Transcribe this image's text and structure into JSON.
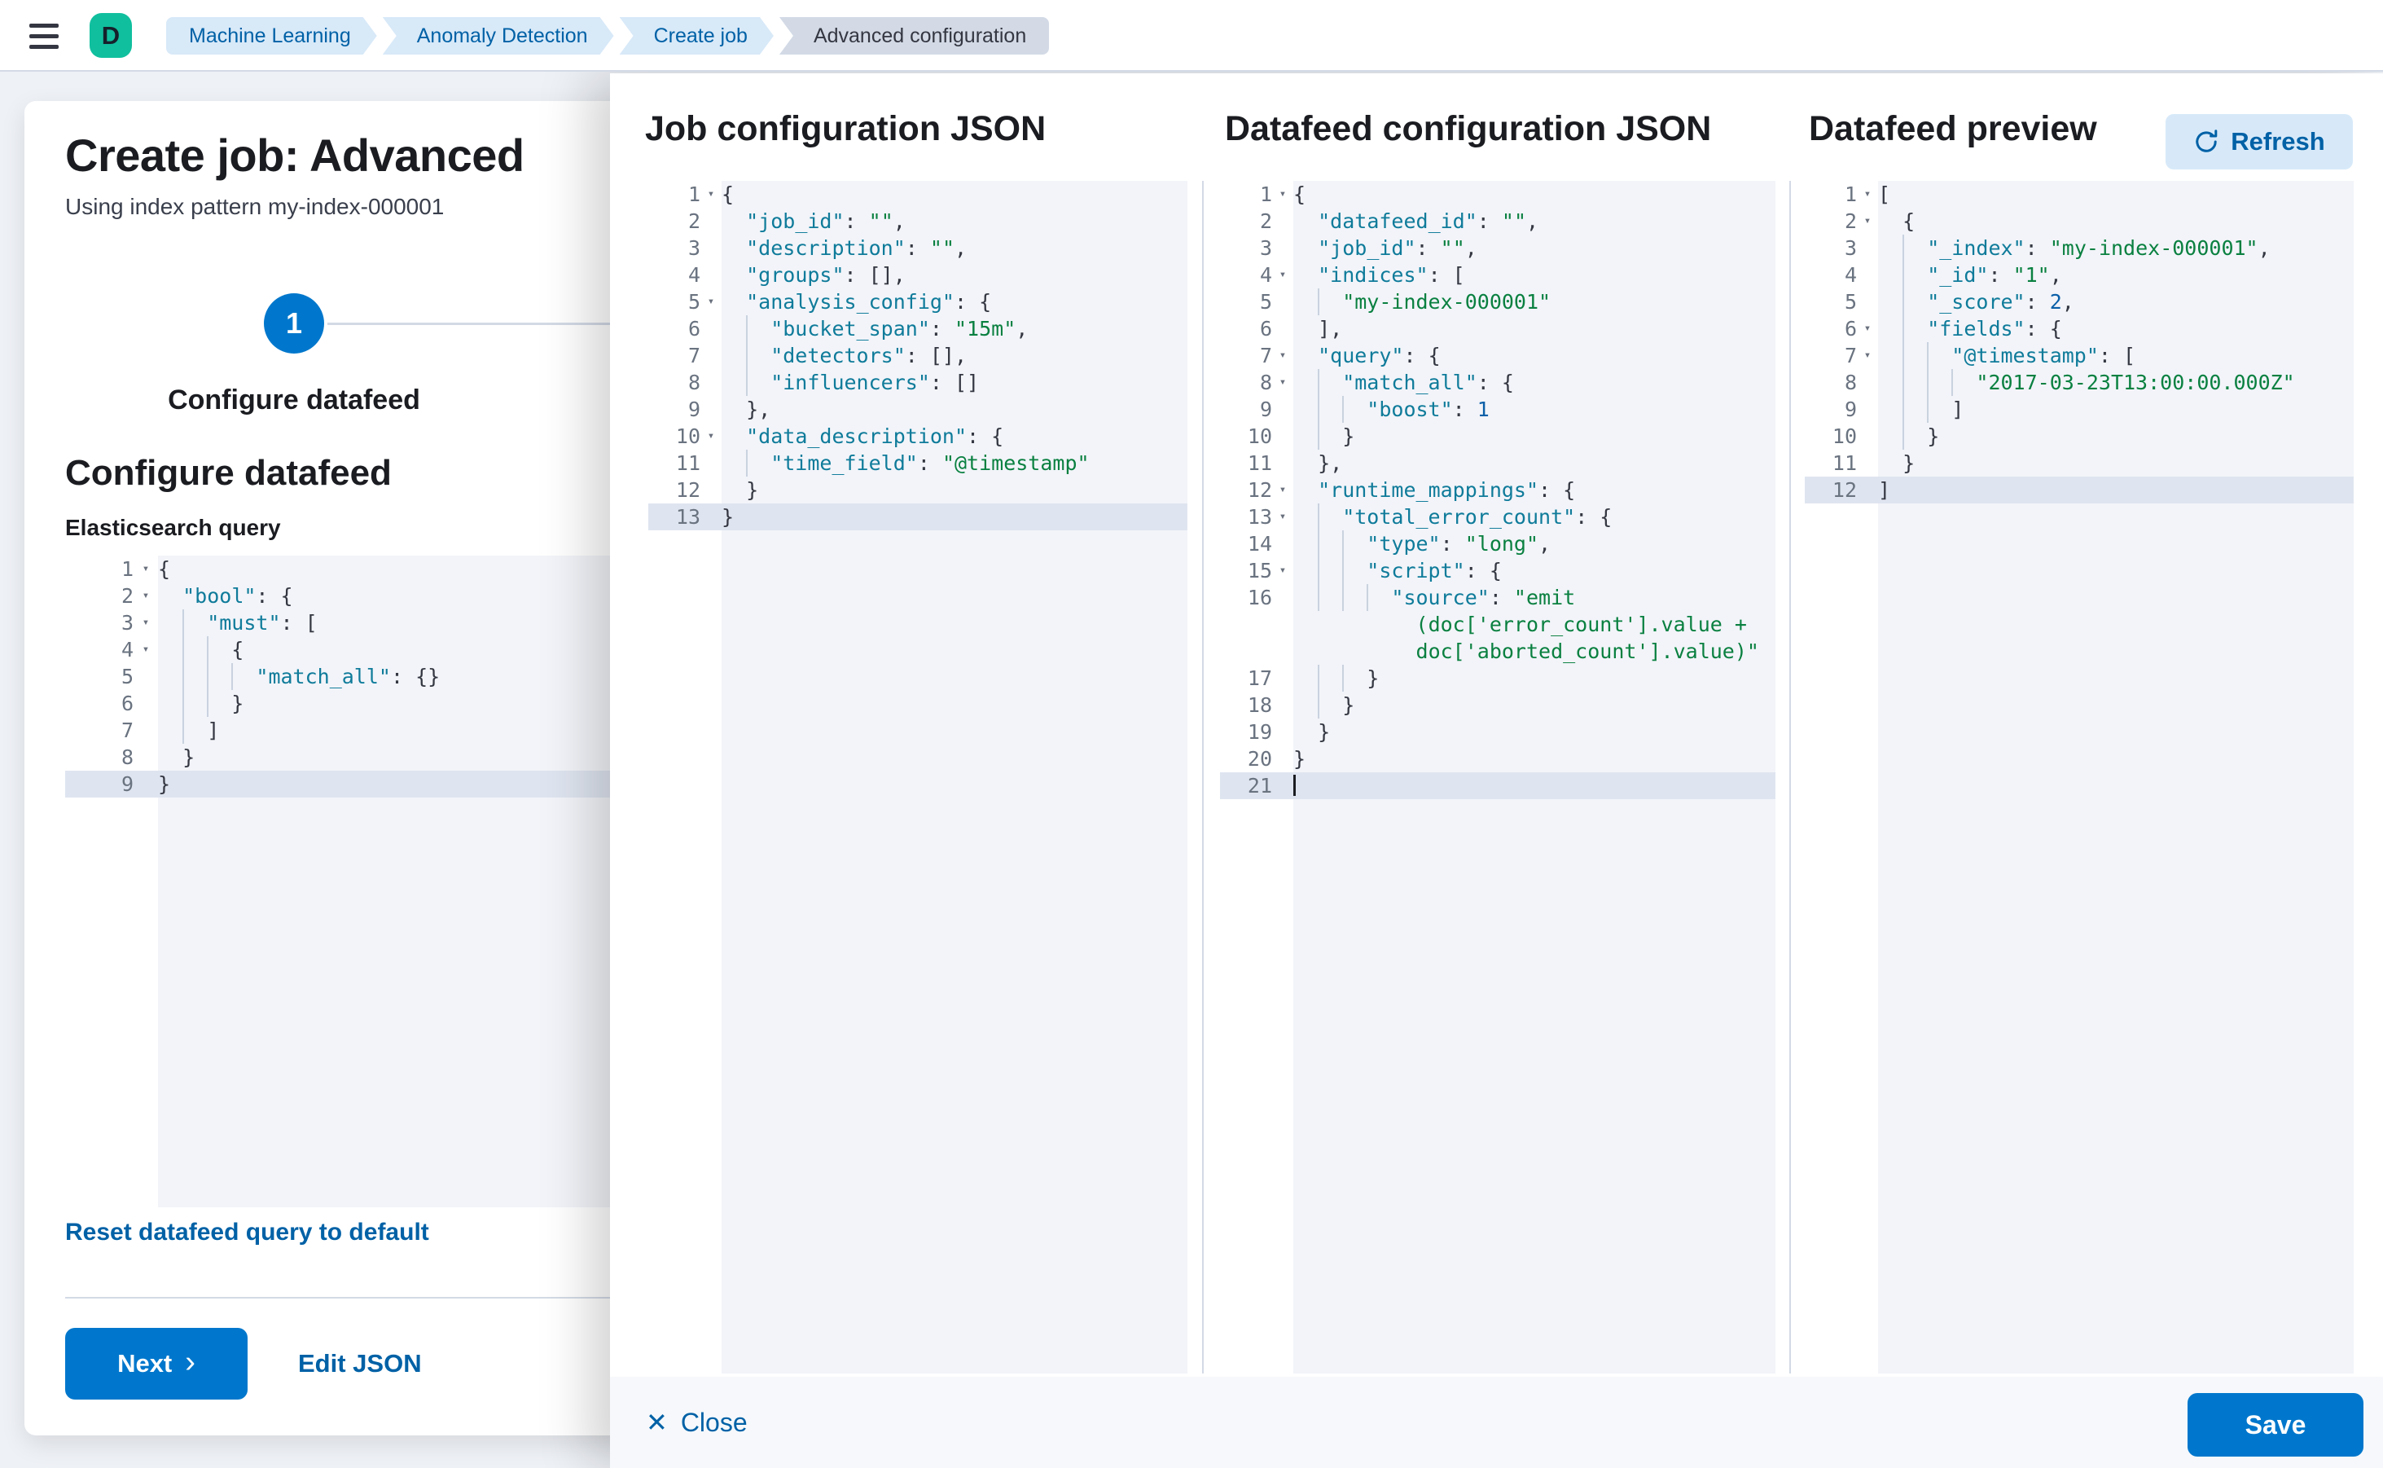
{
  "colors": {
    "primary": "#0077cc",
    "link": "#0061a6",
    "space_badge": "#10bf9e",
    "bc_blue": "#d8e9f8",
    "bc_gray": "#d3dae6",
    "editor_bg": "#f2f4f9",
    "active_line": "#dfe5f0",
    "code_key": "#0f7b9a",
    "code_string": "#0a8040",
    "code_number": "#0a5fa8",
    "code_punct": "#343741"
  },
  "header": {
    "space_initial": "D",
    "breadcrumbs": [
      {
        "label": "Machine Learning",
        "current": false
      },
      {
        "label": "Anomaly Detection",
        "current": false
      },
      {
        "label": "Create job",
        "current": false
      },
      {
        "label": "Advanced configuration",
        "current": true
      }
    ]
  },
  "wizard": {
    "title": "Create job: Advanced",
    "subtitle": "Using index pattern my-index-000001",
    "step_number": "1",
    "step_label": "Configure datafeed",
    "section_heading": "Configure datafeed",
    "query_label": "Elasticsearch query",
    "reset_link": "Reset datafeed query to default",
    "next_label": "Next",
    "edit_json_label": "Edit JSON"
  },
  "flyout": {
    "job_title": "Job configuration JSON",
    "datafeed_title": "Datafeed configuration JSON",
    "preview_title": "Datafeed preview",
    "refresh_label": "Refresh",
    "close_label": "Close",
    "save_label": "Save"
  },
  "editors": {
    "es_query": {
      "active": 9,
      "lines": [
        {
          "n": 1,
          "f": 1,
          "i": 0,
          "t": [
            [
              "p",
              "{"
            ]
          ]
        },
        {
          "n": 2,
          "f": 1,
          "i": 1,
          "t": [
            [
              "k",
              "\"bool\""
            ],
            [
              "p",
              ": {"
            ]
          ]
        },
        {
          "n": 3,
          "f": 1,
          "i": 2,
          "t": [
            [
              "k",
              "\"must\""
            ],
            [
              "p",
              ": ["
            ]
          ]
        },
        {
          "n": 4,
          "f": 1,
          "i": 3,
          "t": [
            [
              "p",
              "{"
            ]
          ]
        },
        {
          "n": 5,
          "i": 4,
          "t": [
            [
              "k",
              "\"match_all\""
            ],
            [
              "p",
              ": {}"
            ]
          ]
        },
        {
          "n": 6,
          "i": 3,
          "t": [
            [
              "p",
              "}"
            ]
          ]
        },
        {
          "n": 7,
          "i": 2,
          "t": [
            [
              "p",
              "]"
            ]
          ]
        },
        {
          "n": 8,
          "i": 1,
          "t": [
            [
              "p",
              "}"
            ]
          ]
        },
        {
          "n": 9,
          "i": 0,
          "t": [
            [
              "p",
              "}"
            ]
          ]
        }
      ]
    },
    "job_config": {
      "active": 13,
      "lines": [
        {
          "n": 1,
          "f": 1,
          "i": 0,
          "t": [
            [
              "p",
              "{"
            ]
          ]
        },
        {
          "n": 2,
          "i": 1,
          "t": [
            [
              "k",
              "\"job_id\""
            ],
            [
              "p",
              ": "
            ],
            [
              "s",
              "\"\""
            ],
            [
              "p",
              ","
            ]
          ]
        },
        {
          "n": 3,
          "i": 1,
          "t": [
            [
              "k",
              "\"description\""
            ],
            [
              "p",
              ": "
            ],
            [
              "s",
              "\"\""
            ],
            [
              "p",
              ","
            ]
          ]
        },
        {
          "n": 4,
          "i": 1,
          "t": [
            [
              "k",
              "\"groups\""
            ],
            [
              "p",
              ": [],"
            ]
          ]
        },
        {
          "n": 5,
          "f": 1,
          "i": 1,
          "t": [
            [
              "k",
              "\"analysis_config\""
            ],
            [
              "p",
              ": {"
            ]
          ]
        },
        {
          "n": 6,
          "i": 2,
          "t": [
            [
              "k",
              "\"bucket_span\""
            ],
            [
              "p",
              ": "
            ],
            [
              "s",
              "\"15m\""
            ],
            [
              "p",
              ","
            ]
          ]
        },
        {
          "n": 7,
          "i": 2,
          "t": [
            [
              "k",
              "\"detectors\""
            ],
            [
              "p",
              ": [],"
            ]
          ]
        },
        {
          "n": 8,
          "i": 2,
          "t": [
            [
              "k",
              "\"influencers\""
            ],
            [
              "p",
              ": []"
            ]
          ]
        },
        {
          "n": 9,
          "i": 1,
          "t": [
            [
              "p",
              "},"
            ]
          ]
        },
        {
          "n": 10,
          "f": 1,
          "i": 1,
          "t": [
            [
              "k",
              "\"data_description\""
            ],
            [
              "p",
              ": {"
            ]
          ]
        },
        {
          "n": 11,
          "i": 2,
          "t": [
            [
              "k",
              "\"time_field\""
            ],
            [
              "p",
              ": "
            ],
            [
              "s",
              "\"@timestamp\""
            ]
          ]
        },
        {
          "n": 12,
          "i": 1,
          "t": [
            [
              "p",
              "}"
            ]
          ]
        },
        {
          "n": 13,
          "i": 0,
          "t": [
            [
              "p",
              "}"
            ]
          ]
        }
      ]
    },
    "datafeed_config": {
      "active": 21,
      "lines": [
        {
          "n": 1,
          "f": 1,
          "i": 0,
          "t": [
            [
              "p",
              "{"
            ]
          ]
        },
        {
          "n": 2,
          "i": 1,
          "t": [
            [
              "k",
              "\"datafeed_id\""
            ],
            [
              "p",
              ": "
            ],
            [
              "s",
              "\"\""
            ],
            [
              "p",
              ","
            ]
          ]
        },
        {
          "n": 3,
          "i": 1,
          "t": [
            [
              "k",
              "\"job_id\""
            ],
            [
              "p",
              ": "
            ],
            [
              "s",
              "\"\""
            ],
            [
              "p",
              ","
            ]
          ]
        },
        {
          "n": 4,
          "f": 1,
          "i": 1,
          "t": [
            [
              "k",
              "\"indices\""
            ],
            [
              "p",
              ": ["
            ]
          ]
        },
        {
          "n": 5,
          "i": 2,
          "t": [
            [
              "s",
              "\"my-index-000001\""
            ]
          ]
        },
        {
          "n": 6,
          "i": 1,
          "t": [
            [
              "p",
              "],"
            ]
          ]
        },
        {
          "n": 7,
          "f": 1,
          "i": 1,
          "t": [
            [
              "k",
              "\"query\""
            ],
            [
              "p",
              ": {"
            ]
          ]
        },
        {
          "n": 8,
          "f": 1,
          "i": 2,
          "t": [
            [
              "k",
              "\"match_all\""
            ],
            [
              "p",
              ": {"
            ]
          ]
        },
        {
          "n": 9,
          "i": 3,
          "t": [
            [
              "k",
              "\"boost\""
            ],
            [
              "p",
              ": "
            ],
            [
              "n2",
              "1"
            ]
          ]
        },
        {
          "n": 10,
          "i": 2,
          "t": [
            [
              "p",
              "}"
            ]
          ]
        },
        {
          "n": 11,
          "i": 1,
          "t": [
            [
              "p",
              "},"
            ]
          ]
        },
        {
          "n": 12,
          "f": 1,
          "i": 1,
          "t": [
            [
              "k",
              "\"runtime_mappings\""
            ],
            [
              "p",
              ": {"
            ]
          ]
        },
        {
          "n": 13,
          "f": 1,
          "i": 2,
          "t": [
            [
              "k",
              "\"total_error_count\""
            ],
            [
              "p",
              ": {"
            ]
          ]
        },
        {
          "n": 14,
          "i": 3,
          "t": [
            [
              "k",
              "\"type\""
            ],
            [
              "p",
              ": "
            ],
            [
              "s",
              "\"long\""
            ],
            [
              "p",
              ","
            ]
          ]
        },
        {
          "n": 15,
          "f": 1,
          "i": 3,
          "t": [
            [
              "k",
              "\"script\""
            ],
            [
              "p",
              ": {"
            ]
          ]
        },
        {
          "n": 16,
          "i": 4,
          "t": [
            [
              "k",
              "\"source\""
            ],
            [
              "p",
              ": "
            ],
            [
              "s",
              "\"emit"
            ]
          ]
        },
        {
          "w": 1,
          "pad": 10,
          "t": [
            [
              "s",
              "(doc['error_count'].value +"
            ]
          ]
        },
        {
          "w": 1,
          "pad": 10,
          "t": [
            [
              "s",
              "doc['aborted_count'].value)\""
            ]
          ]
        },
        {
          "n": 17,
          "i": 3,
          "t": [
            [
              "p",
              "}"
            ]
          ]
        },
        {
          "n": 18,
          "i": 2,
          "t": [
            [
              "p",
              "}"
            ]
          ]
        },
        {
          "n": 19,
          "i": 1,
          "t": [
            [
              "p",
              "}"
            ]
          ]
        },
        {
          "n": 20,
          "i": 0,
          "t": [
            [
              "p",
              "}"
            ]
          ]
        },
        {
          "n": 21,
          "i": 0,
          "cursor": 1,
          "t": []
        }
      ]
    },
    "datafeed_preview": {
      "active": 12,
      "lines": [
        {
          "n": 1,
          "f": 1,
          "i": 0,
          "t": [
            [
              "p",
              "["
            ]
          ]
        },
        {
          "n": 2,
          "f": 1,
          "i": 1,
          "t": [
            [
              "p",
              "{"
            ]
          ]
        },
        {
          "n": 3,
          "i": 2,
          "t": [
            [
              "k",
              "\"_index\""
            ],
            [
              "p",
              ": "
            ],
            [
              "s",
              "\"my-index-000001\""
            ],
            [
              "p",
              ","
            ]
          ]
        },
        {
          "n": 4,
          "i": 2,
          "t": [
            [
              "k",
              "\"_id\""
            ],
            [
              "p",
              ": "
            ],
            [
              "s",
              "\"1\""
            ],
            [
              "p",
              ","
            ]
          ]
        },
        {
          "n": 5,
          "i": 2,
          "t": [
            [
              "k",
              "\"_score\""
            ],
            [
              "p",
              ": "
            ],
            [
              "n2",
              "2"
            ],
            [
              "p",
              ","
            ]
          ]
        },
        {
          "n": 6,
          "f": 1,
          "i": 2,
          "t": [
            [
              "k",
              "\"fields\""
            ],
            [
              "p",
              ": {"
            ]
          ]
        },
        {
          "n": 7,
          "f": 1,
          "i": 3,
          "t": [
            [
              "k",
              "\"@timestamp\""
            ],
            [
              "p",
              ": ["
            ]
          ]
        },
        {
          "n": 8,
          "i": 4,
          "t": [
            [
              "s",
              "\"2017-03-23T13:00:00.000Z\""
            ]
          ]
        },
        {
          "n": 9,
          "i": 3,
          "t": [
            [
              "p",
              "]"
            ]
          ]
        },
        {
          "n": 10,
          "i": 2,
          "t": [
            [
              "p",
              "}"
            ]
          ]
        },
        {
          "n": 11,
          "i": 1,
          "t": [
            [
              "p",
              "}"
            ]
          ]
        },
        {
          "n": 12,
          "i": 0,
          "t": [
            [
              "p",
              "]"
            ]
          ]
        }
      ]
    }
  }
}
